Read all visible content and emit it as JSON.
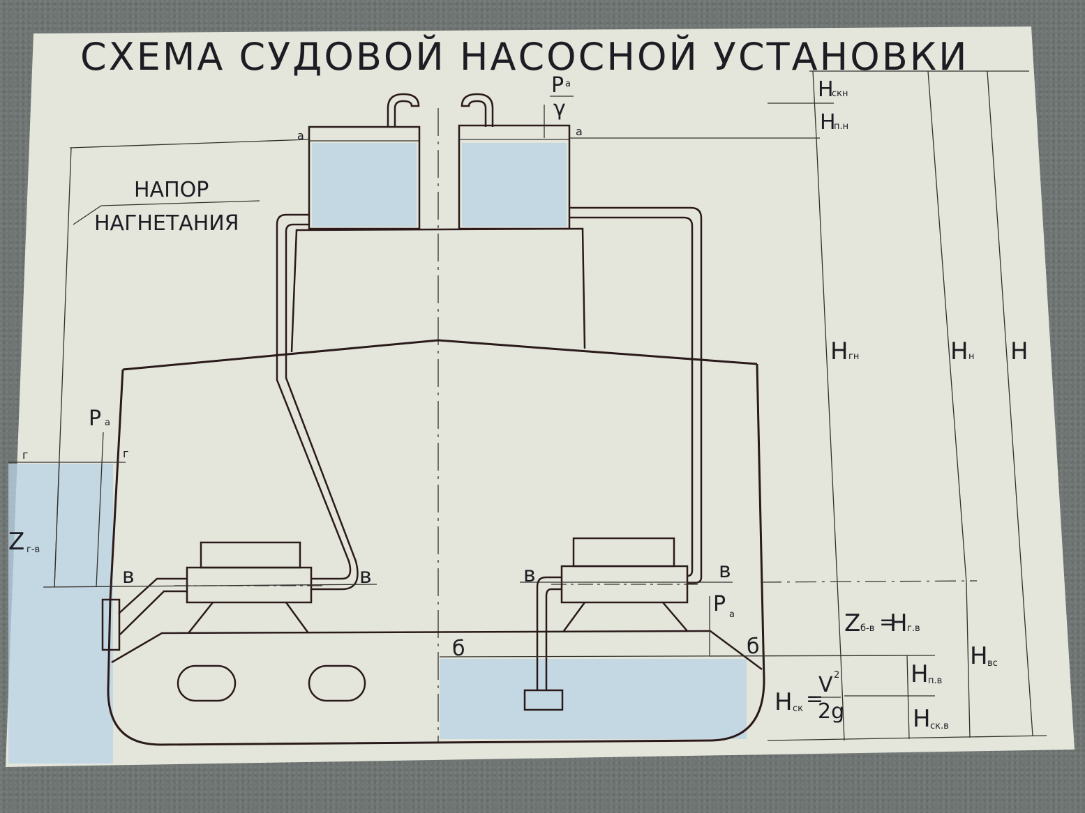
{
  "title": "СХЕМА СУДОВОЙ НАСОСНОЙ УСТАНОВКИ",
  "labels": {
    "napor_line1": "НАПОР",
    "napor_line2": "НАГНЕТАНИЯ",
    "pa_top_num": "P",
    "pa_top_sub": "a",
    "pa_top_den": "γ",
    "pa_left": "P",
    "pa_left_sub": "a",
    "pa_right": "P",
    "pa_right_sub": "a",
    "z_gv": "Z",
    "z_gv_sub": "г-в",
    "z_bv": "Z",
    "z_bv_sub": "б-в",
    "eq": "=",
    "h_gv": "H",
    "h_gv_sub": "г.в",
    "h_ck_main": "H",
    "h_ck_sub": "ск",
    "v2_num": "V",
    "v2_exp": "2",
    "v2_den": "2g",
    "h_skn": "H",
    "h_skn_sub": "скн",
    "h_pn": "H",
    "h_pn_sub": "п.н",
    "h_gn": "H",
    "h_gn_sub": "гн",
    "h_n": "H",
    "h_n_sub": "н",
    "h_total": "H",
    "h_vs": "H",
    "h_vs_sub": "вс",
    "h_pv": "H",
    "h_pv_sub": "п.в",
    "h_skv": "H",
    "h_skv_sub": "ск.в",
    "pt_a_left": "a",
    "pt_a_right": "a",
    "pt_g_left": "г",
    "pt_g_right": "г",
    "pt_v1": "в",
    "pt_v2": "в",
    "pt_v3": "в",
    "pt_v4": "в",
    "pt_b_left": "б",
    "pt_b_right": "б"
  },
  "colors": {
    "paper": "#e4e6dc",
    "ink": "#2a1a1a",
    "water": "#b9d3e6",
    "background": "#6f7573"
  }
}
